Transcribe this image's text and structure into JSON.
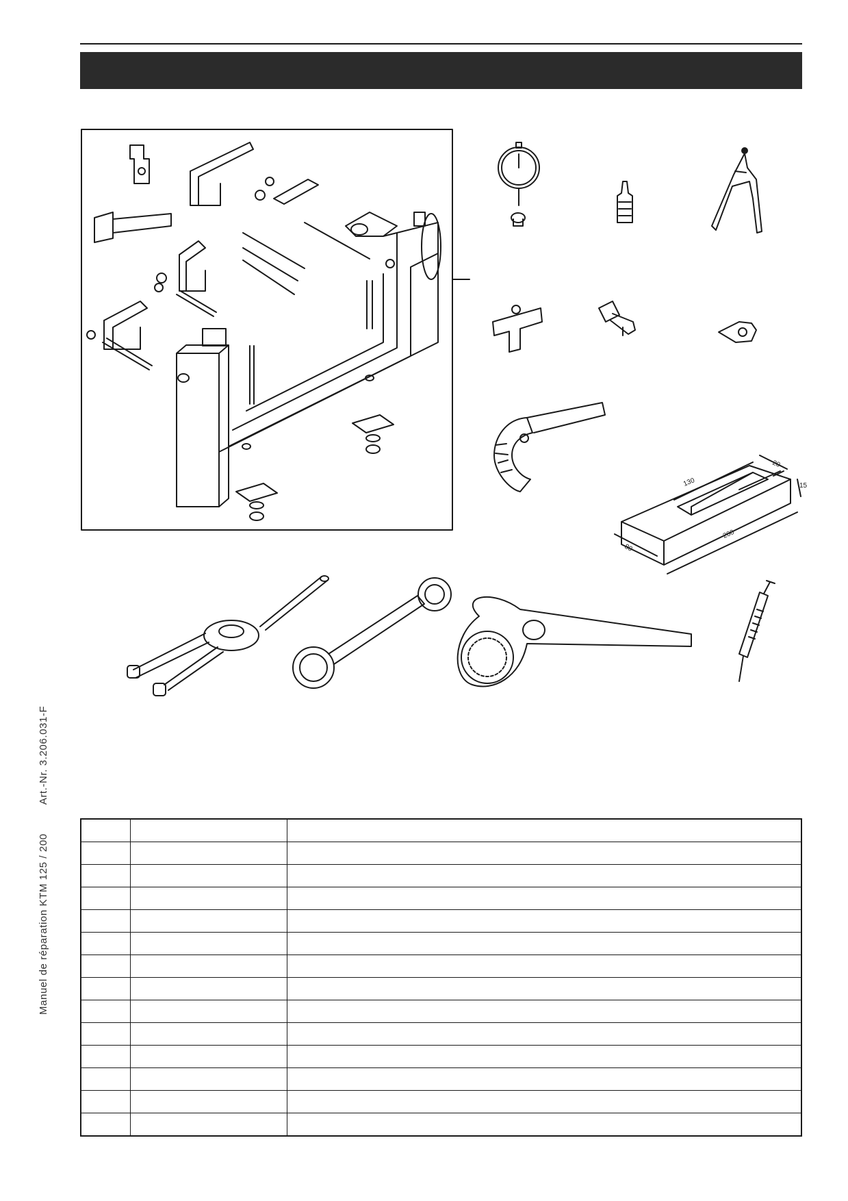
{
  "header": {
    "title": ""
  },
  "side_label": {
    "manual": "Manuel de réparation  KTM  125 / 200",
    "article": "Art.-Nr.  3.206.031-F"
  },
  "board_dims": {
    "length": "130",
    "width_top": "20",
    "height": "15",
    "depth": "80",
    "total": "200"
  },
  "table": {
    "rows": [
      {
        "no": "",
        "ref": "",
        "desc": ""
      },
      {
        "no": "",
        "ref": "",
        "desc": ""
      },
      {
        "no": "",
        "ref": "",
        "desc": ""
      },
      {
        "no": "",
        "ref": "",
        "desc": ""
      },
      {
        "no": "",
        "ref": "",
        "desc": ""
      },
      {
        "no": "",
        "ref": "",
        "desc": ""
      },
      {
        "no": "",
        "ref": "",
        "desc": ""
      },
      {
        "no": "",
        "ref": "",
        "desc": ""
      },
      {
        "no": "",
        "ref": "",
        "desc": ""
      },
      {
        "no": "",
        "ref": "",
        "desc": ""
      },
      {
        "no": "",
        "ref": "",
        "desc": ""
      },
      {
        "no": "",
        "ref": "",
        "desc": ""
      },
      {
        "no": "",
        "ref": "",
        "desc": ""
      },
      {
        "no": "",
        "ref": "",
        "desc": ""
      }
    ]
  }
}
